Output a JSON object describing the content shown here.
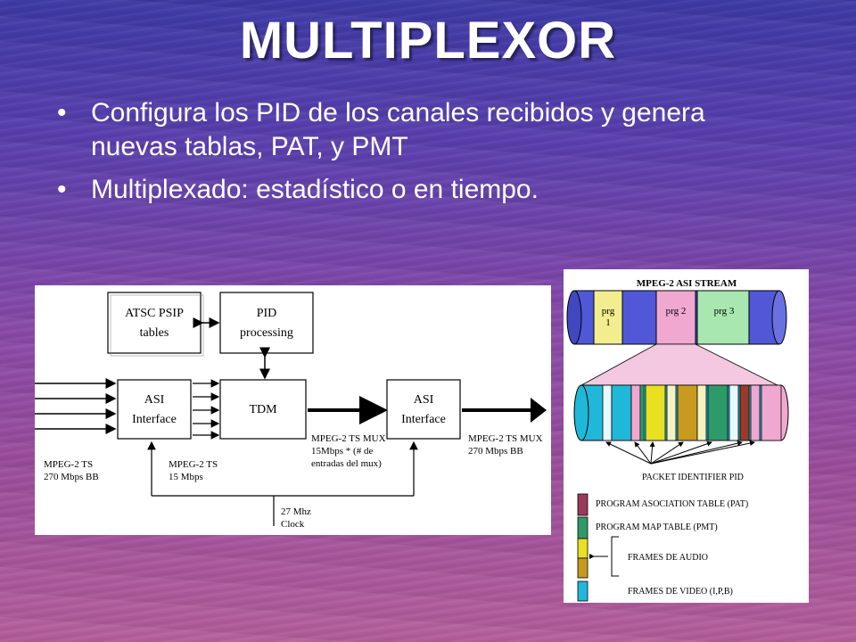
{
  "slide": {
    "title": "MULTIPLEXOR",
    "bullets": [
      "Configura los PID de los canales recibidos y genera nuevas tablas, PAT, y PMT",
      "Multiplexado: estadístico o en tiempo."
    ]
  },
  "block_diagram": {
    "atsc_line1": "ATSC PSIP",
    "atsc_line2": "tables",
    "pid_line1": "PID",
    "pid_line2": "processing",
    "asi_in_line1": "ASI",
    "asi_in_line2": "Interface",
    "tdm": "TDM",
    "asi_out_line1": "ASI",
    "asi_out_line2": "Interface",
    "input_label_line1": "MPEG-2 TS",
    "input_label_line2": "270 Mbps BB",
    "mid_label_line1": "MPEG-2 TS",
    "mid_label_line2": "15 Mbps",
    "mux_label_line1": "MPEG-2 TS MUX",
    "mux_label_line2": "15Mbps * (# de",
    "mux_label_line3": "entradas del mux)",
    "output_label_line1": "MPEG-2 TS MUX",
    "output_label_line2": "270 Mbps BB",
    "clock_line1": "27 Mhz",
    "clock_line2": "Clock"
  },
  "asi_stream": {
    "title": "MPEG-2  ASI STREAM",
    "prg1_line1": "prg",
    "prg1_line2": "1",
    "prg2": "prg 2",
    "prg3": "prg  3",
    "pid_label": "PACKET IDENTIFIER PID",
    "legend": {
      "pat": "PROGRAM ASOCIATION TABLE (PAT)",
      "pmt": "PROGRAM MAP TABLE (PMT)",
      "audio": "FRAMES DE AUDIO",
      "video": "FRAMES DE VIDEO (I,P,B)"
    },
    "colors": {
      "pat": "#9b3a5a",
      "pmt": "#2e9a6a",
      "audio": "#e8e020",
      "audio_alt": "#c89a20",
      "video": "#20b8d8",
      "prg1": "#f2ee90",
      "prg2": "#f0a8d0",
      "prg3": "#a8e8b0",
      "tube_end": "#5058d8"
    }
  }
}
